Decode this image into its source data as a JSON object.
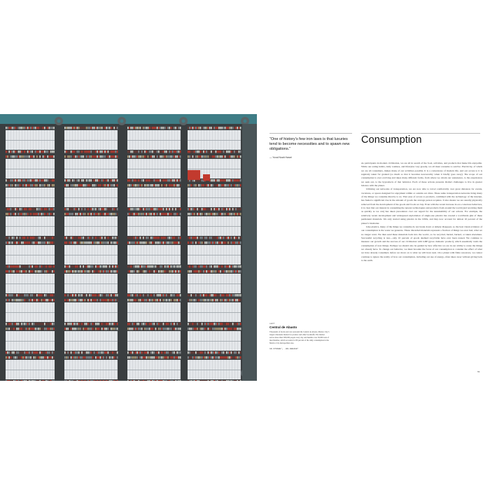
{
  "photo": {
    "description_icon": "aerial-market-photo-icon",
    "colors": {
      "roof": "#e4e7ea",
      "road": "#3a3e40",
      "vegetation": "#3f7d86",
      "vehicles_red": "#c23a2e"
    }
  },
  "quote": {
    "text": "“One of history’s few iron laws is that luxuries tend to become necessities and to spawn new obligations.”",
    "attribution": "— Yuval Noah Harari"
  },
  "caption": {
    "label": "LEFT",
    "title": "Central de Abasto",
    "body": "Thousands of trucks and cars surround the Central de Abasto, Mexico City’s largest wholesale market for produce and other foodstuffs. The market serves more than 500,000 people every day and handles over 30,000 tons of merchandise, which accounts for 80 percent of the daily consumption in the Mexico City metropolitan area.",
    "coords": "19.373488°, –99.088419°"
  },
  "article": {
    "title": "Consumption",
    "paragraphs": [
      "As participants in modern civilization, we are all in search of the food, activities, and products that make life enjoyable. While our eating habits, daily routines, and lifestyles vary greatly, we all must consume to survive. Electricity, of which we are all consumers, makes many of our activities possible. It is a cornerstone of modern life, and our access to it is regularly taken for granted (so much so that it becomes newsworthy when it briefly goes away). The scope of our consumption is ever evolving and takes many different forms, from where we obtain our sustenance, to the experiences we seek out, to the byproducts of that behavior. Each of these actions presents distinct challenges to live in greater balance with the planet.",
      "Utilizing our networks of transportation, we are now able to travel comfortably over great distances for events, vacations, or spaces designed for enjoyment within or outside our cities. These same transportation networks bring many of the things we consume directly to us. That ease of access to products, combined with the technology of the internet, has fueled a significant rise in the amount of goods the average person acquires. It also means we are usually physically removed from the development of the goods and foods we buy. Even with the recent increase in eco-conscious behaviors, it is clear that our interest in consuming the newest technologies and products from around the world (and receiving them as quickly as we can) has taken precedence over our regard for the sustainability of our actions. For example, the relatively recent development and widespread exploitation of single-use plastics has created a worldwide glut of these permanent materials. We only started using plastics in the 1950s, and they now account for almost 10 percent of the planet’s biomatter.",
      "Like plastics, many of the things we consume do not break down or simply disappear, so the best visual evidence of our consumption is the waste we generate. These discarded materials represent a fraction of things we once had, what we no longer want. We then send these materials back into the world—to be recycled, buried, burned, or taken elsewhere. Successful recycling is rare—only 10 percent of goods deemed recyclable have ever been reused. We continue to measure our growth and the success of our civilization with GDP (gross domestic product), which essentially totals the consumption of new things. Perhaps we should also be guided by how effective we are in our ability to reuse the things we already have. To change our behavior, we must broaden the focus of our consumption to consider the effect of what we have already consumed, before we move on to what we will have next. On a planet with finite resources, we cannot continue to ignore the reality of how our consumption, including our use of energy, often takes away without giving back to the earth."
    ],
    "folio": "69"
  }
}
